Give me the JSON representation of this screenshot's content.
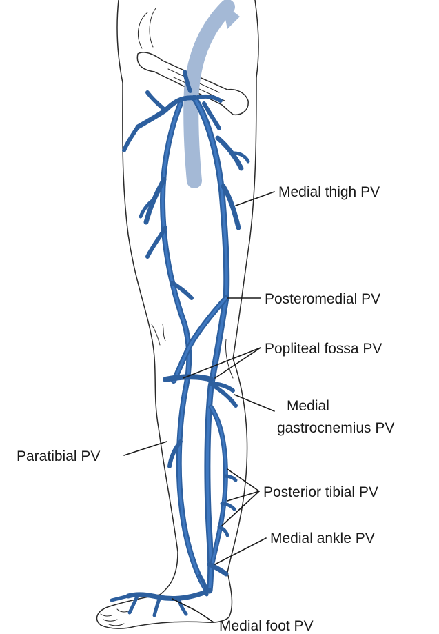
{
  "colors": {
    "vein_dark": "#2d5f9e",
    "vein_light": "#3f78c0",
    "femoral_vein": "#a4b9d6",
    "outline": "#2a2a2a"
  },
  "labels": {
    "medial_thigh": "Medial thigh PV",
    "posteromedial": "Posteromedial PV",
    "popliteal_fossa": "Popliteal fossa PV",
    "medial_gastrocnemius_1": "Medial",
    "medial_gastrocnemius_2": "gastrocnemius PV",
    "paratibial": "Paratibial PV",
    "posterior_tibial": "Posterior tibial PV",
    "medial_ankle": "Medial ankle PV",
    "medial_foot": "Medial foot PV"
  }
}
